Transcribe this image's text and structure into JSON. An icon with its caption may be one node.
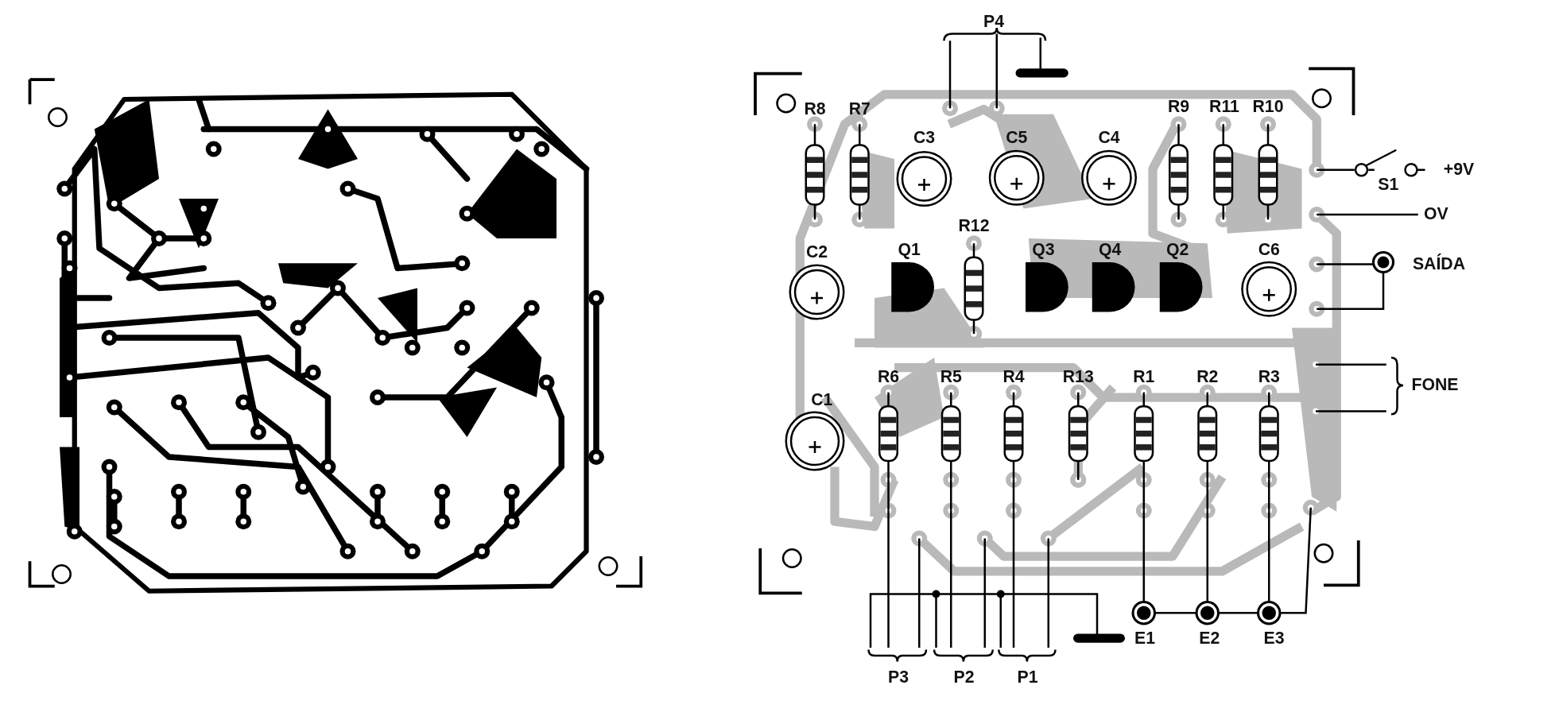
{
  "diagram": {
    "labels": [
      "P4",
      "R8",
      "R7",
      "R9",
      "R11",
      "R10",
      "C3",
      "C5",
      "C4",
      "+9V",
      "S1",
      "OV",
      "R12",
      "C2",
      "Q1",
      "Q3",
      "Q4",
      "Q2",
      "C6",
      "SAÍDA",
      "R6",
      "R5",
      "R4",
      "R13",
      "R1",
      "R2",
      "R3",
      "FONE",
      "C1",
      "E1",
      "E2",
      "E3",
      "P3",
      "P2",
      "P1"
    ]
  }
}
